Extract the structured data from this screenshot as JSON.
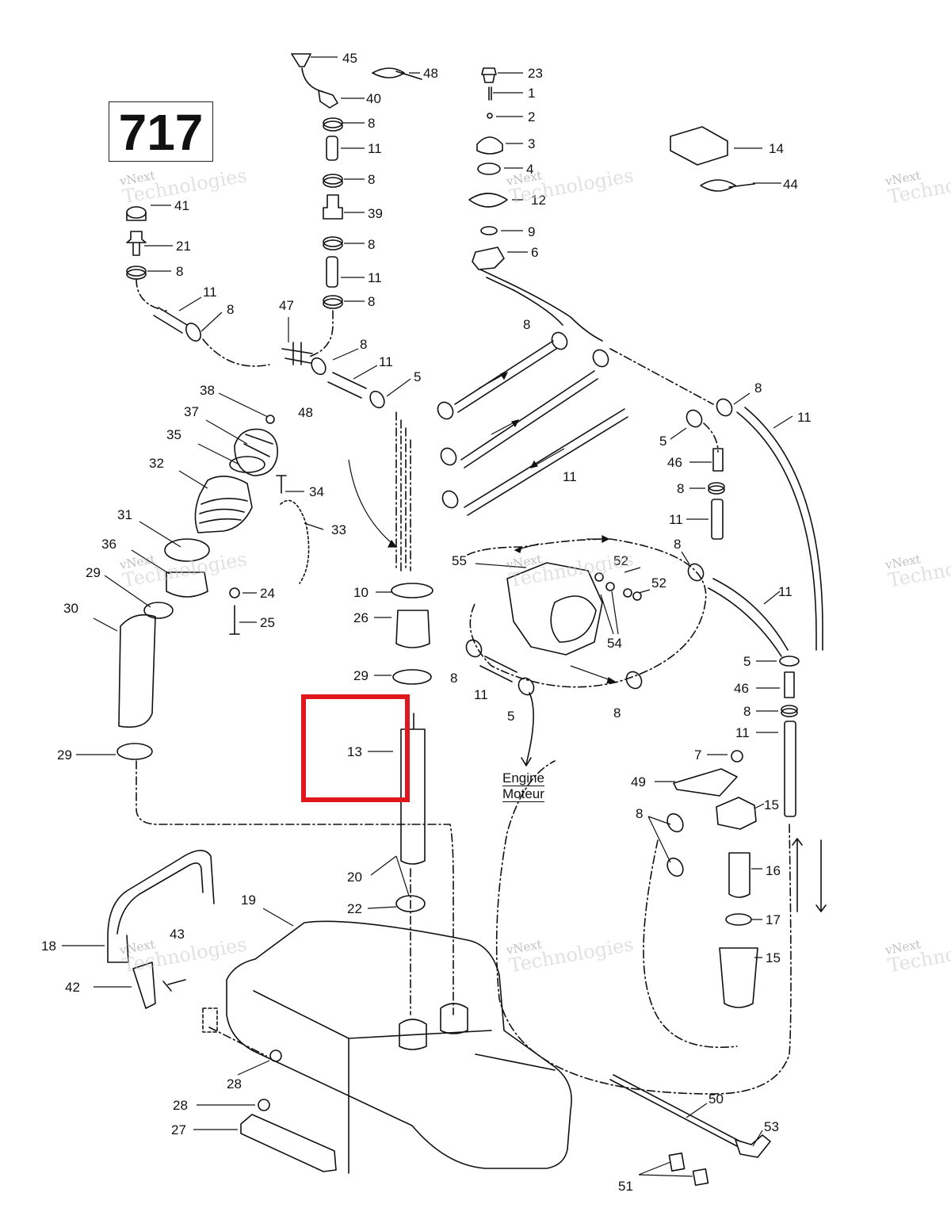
{
  "page_number": "717",
  "watermark": {
    "line1": "vNext",
    "line2": "Technologies"
  },
  "engine_label": {
    "line1": "Engine",
    "line2": "Moteur"
  },
  "highlight": {
    "part": "13",
    "color": "#e0181d"
  },
  "part_labels": {
    "p45": "45",
    "p48a": "48",
    "p40": "40",
    "p8a": "8",
    "p11a": "11",
    "p8b": "8",
    "p39": "39",
    "p8c": "8",
    "p11b": "11",
    "p8d": "8",
    "p23": "23",
    "p1": "1",
    "p2": "2",
    "p3": "3",
    "p4": "4",
    "p12": "12",
    "p9": "9",
    "p6": "6",
    "p14": "14",
    "p44": "44",
    "p41": "41",
    "p21": "21",
    "p8e": "8",
    "p11c": "11",
    "p8f": "8",
    "p47": "47",
    "p8g": "8",
    "p11d": "11",
    "p5a": "5",
    "p8h": "8",
    "p8i": "8",
    "p11e": "11",
    "p38": "38",
    "p37": "37",
    "p35": "35",
    "p48b": "48",
    "p32": "32",
    "p34": "34",
    "p33": "33",
    "p31": "31",
    "p36": "36",
    "p29a": "29",
    "p24": "24",
    "p25": "25",
    "p30": "30",
    "p10": "10",
    "p26": "26",
    "p29b": "29",
    "p13": "13",
    "p29c": "29",
    "p5b": "5",
    "p46a": "46",
    "p8j": "8",
    "p11f": "11",
    "p11g": "11",
    "p8k": "8",
    "p11h": "11",
    "p55": "55",
    "p52a": "52",
    "p52b": "52",
    "p54": "54",
    "p8l": "8",
    "p11i": "11",
    "p5c": "5",
    "p8m": "8",
    "p5d": "5",
    "p46b": "46",
    "p8n": "8",
    "p11j": "11",
    "p7": "7",
    "p49": "49",
    "p15a": "15",
    "p8o": "8",
    "p16": "16",
    "p17": "17",
    "p15b": "15",
    "p20": "20",
    "p22": "22",
    "p19": "19",
    "p43": "43",
    "p18": "18",
    "p42": "42",
    "p28a": "28",
    "p28b": "28",
    "p27": "27",
    "p50": "50",
    "p53": "53",
    "p51": "51"
  }
}
